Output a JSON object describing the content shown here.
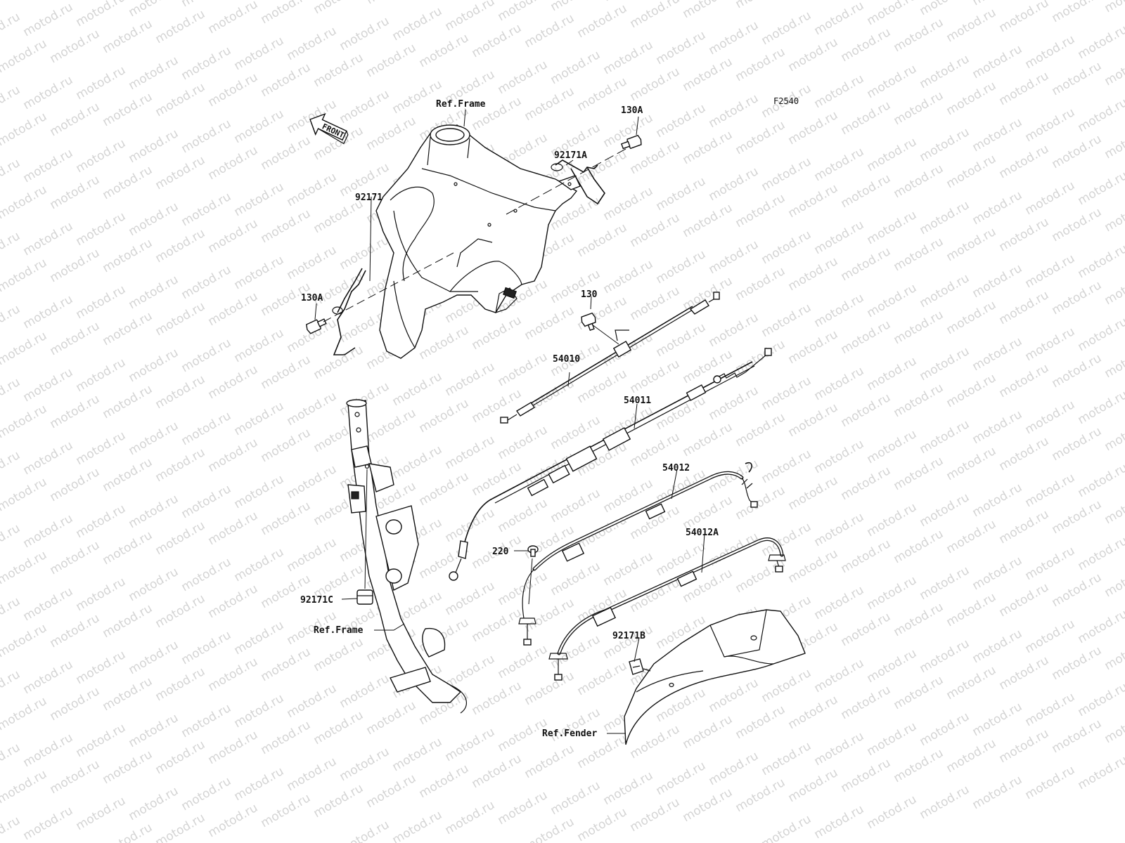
{
  "watermark": "motod.ru",
  "figure_code": "F2540",
  "front_arrow": "FRONT",
  "parts": [
    {
      "id": "ref-frame-top",
      "label": "Ref.Frame"
    },
    {
      "id": "130a-top",
      "label": "130A"
    },
    {
      "id": "92171a",
      "label": "92171A"
    },
    {
      "id": "92171",
      "label": "92171"
    },
    {
      "id": "130a-left",
      "label": "130A"
    },
    {
      "id": "130",
      "label": "130"
    },
    {
      "id": "54010",
      "label": "54010"
    },
    {
      "id": "54011",
      "label": "54011"
    },
    {
      "id": "54012",
      "label": "54012"
    },
    {
      "id": "54012a",
      "label": "54012A"
    },
    {
      "id": "220",
      "label": "220"
    },
    {
      "id": "92171c",
      "label": "92171C"
    },
    {
      "id": "ref-frame-bottom",
      "label": "Ref.Frame"
    },
    {
      "id": "92171b",
      "label": "92171B"
    },
    {
      "id": "ref-fender",
      "label": "Ref.Fender"
    }
  ]
}
